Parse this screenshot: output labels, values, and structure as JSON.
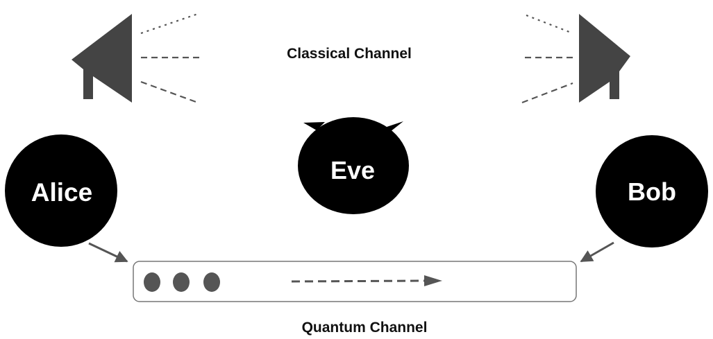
{
  "nodes": {
    "alice": "Alice",
    "eve": "Eve",
    "bob": "Bob"
  },
  "channels": {
    "classical": "Classical Channel",
    "quantum": "Quantum Channel"
  },
  "icons": {
    "alice_speaker": "megaphone-left-icon",
    "bob_speaker": "megaphone-right-icon",
    "eve_horns": "devil-horns-icon",
    "photon": "photon-dot-icon"
  },
  "colors": {
    "node_fill": "#000000",
    "speaker_fill": "#444444",
    "line": "#555555",
    "text_dark": "#111111",
    "text_light": "#ffffff",
    "pipe_stroke": "#777777"
  }
}
